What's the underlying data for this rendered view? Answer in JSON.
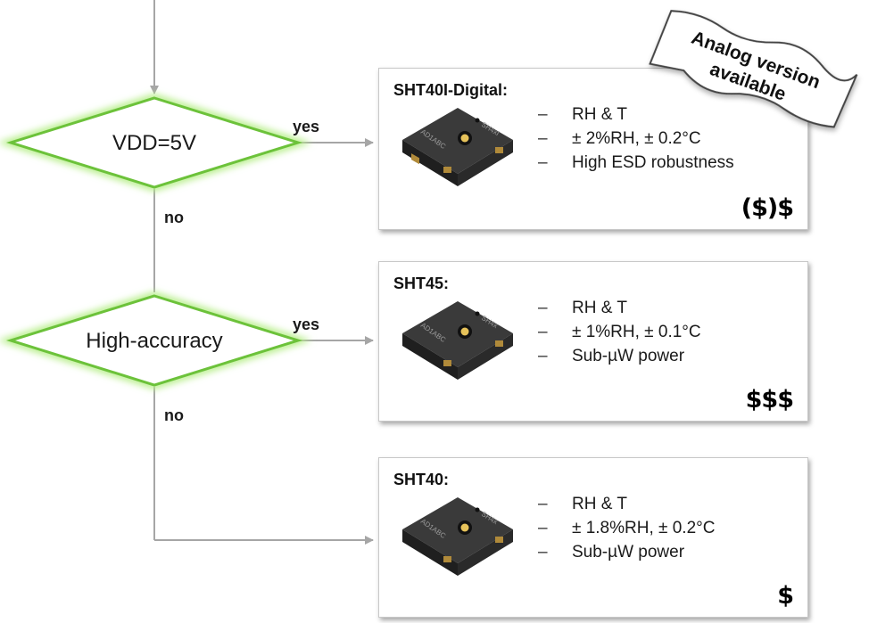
{
  "flowchart": {
    "decisions": [
      {
        "label": "VDD=5V",
        "yes_label": "yes",
        "no_label": "no"
      },
      {
        "label": "High-accuracy",
        "yes_label": "yes",
        "no_label": "no"
      }
    ]
  },
  "products": [
    {
      "name": "SHT40I-Digital:",
      "features": [
        "RH & T",
        "± 2%RH, ± 0.2°C",
        "High ESD robustness"
      ],
      "price": "($)$",
      "chip_marking_top": "SH4xI",
      "chip_marking_side": "AD1ABC"
    },
    {
      "name": "SHT45:",
      "features": [
        "RH & T",
        "± 1%RH, ± 0.1°C",
        "Sub-µW power"
      ],
      "price": "$$$",
      "chip_marking_top": "SH4x",
      "chip_marking_side": "AD1ABC"
    },
    {
      "name": "SHT40:",
      "features": [
        "RH & T",
        "± 1.8%RH, ± 0.2°C",
        "Sub-µW power"
      ],
      "price": "$",
      "chip_marking_top": "SH4x",
      "chip_marking_side": "AD1ABC"
    }
  ],
  "bullet_dash": "–",
  "note": {
    "line1": "Analog version",
    "line2": "available"
  }
}
